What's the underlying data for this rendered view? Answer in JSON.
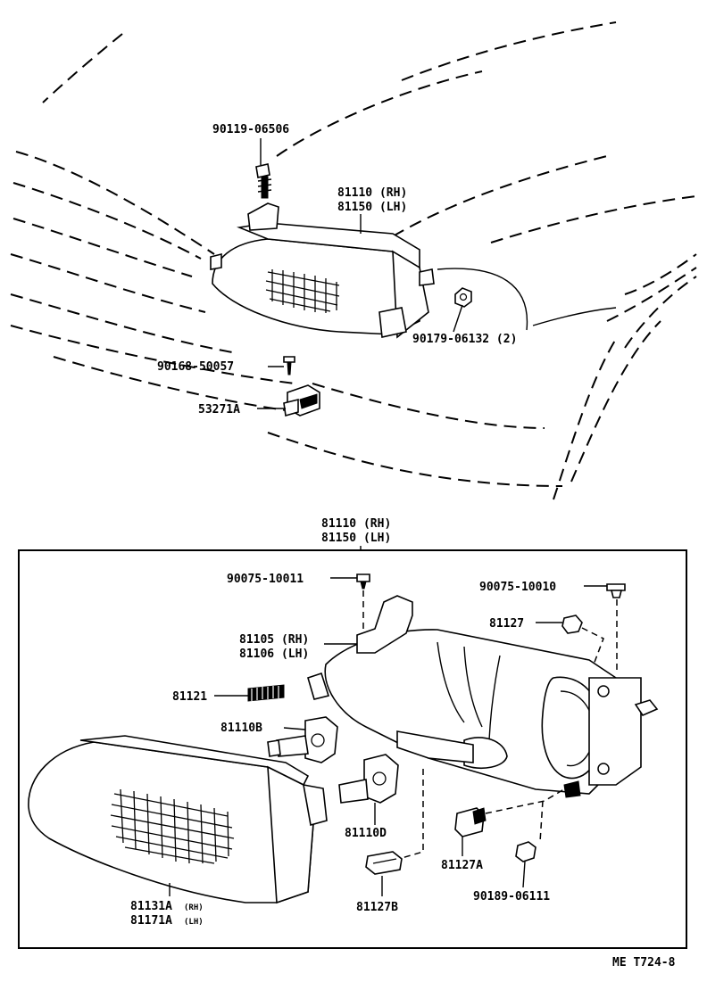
{
  "upper_labels": {
    "screw_top": "90119-06506",
    "headlamp_rh": "81110 (RH)",
    "headlamp_lh": "81150 (LH)",
    "nut": "90179-06132 (2)",
    "screw_small": "90168-50057",
    "clip": "53271A"
  },
  "lower_header": {
    "rh": "81110 (RH)",
    "lh": "81150 (LH)"
  },
  "lower_labels": {
    "screw_a": "90075-10011",
    "screw_b": "90075-10010",
    "cap": "81127",
    "housing_rh": "81105 (RH)",
    "housing_lh": "81106 (LH)",
    "spring": "81121",
    "bulb_b": "81110B",
    "bulb_d": "81110D",
    "unit_rh_num": "81131A",
    "unit_rh_tag": "(RH)",
    "unit_lh_num": "81171A",
    "unit_lh_tag": "(LH)",
    "socket_b": "81127B",
    "socket_a": "81127A",
    "grommet": "90189-06111"
  },
  "footer_code": "ME T724-8"
}
